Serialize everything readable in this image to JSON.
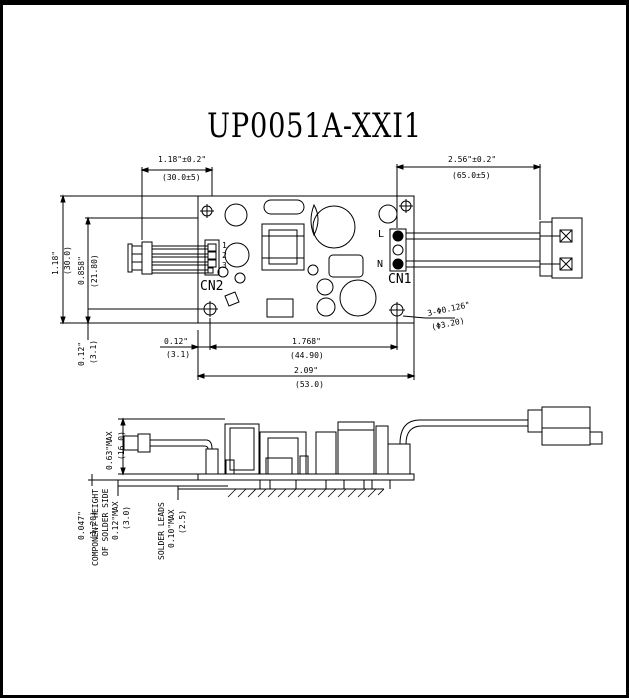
{
  "title": "UP0051A-XXI1",
  "top_view": {
    "dim_cn2_offset": "1.18\"±0.2\"",
    "dim_cn2_offset_mm": "(30.0±5)",
    "dim_cn1_offset": "2.56\"±0.2\"",
    "dim_cn1_offset_mm": "(65.0±5)",
    "dim_height": "1.18\"",
    "dim_height_mm": "(30.0)",
    "dim_cn2_height": "0.858\"",
    "dim_cn2_height_mm": "(21.80)",
    "dim_edge": "0.12\"",
    "dim_edge_mm": "(3.1)",
    "dim_hole_left": "0.12\"",
    "dim_hole_left_mm": "(3.1)",
    "dim_hole_span": "1.768\"",
    "dim_hole_span_mm": "(44.90)",
    "dim_width": "2.09\"",
    "dim_width_mm": "(53.0)",
    "hole_spec": "3-Φ0.126\"",
    "hole_spec_mm": "(Φ3.20)",
    "cn2_label": "CN2",
    "cn2_pins": [
      "1",
      "2",
      "3"
    ],
    "cn1_label": "CN1",
    "cn1_pin_l": "L",
    "cn1_pin_n": "N"
  },
  "side_view": {
    "dim_max_height": "0.63\"MAX",
    "dim_max_height_mm": "(16.0)",
    "dim_board": "0.047\"",
    "dim_board_mm": "(1.20)",
    "comp_height_label_1": "COMPONENT HEIGHT",
    "comp_height_label_2": "OF SOLDER SIDE",
    "comp_height_value": "0.12\"MAX",
    "comp_height_mm": "(3.0)",
    "solder_label": "SOLDER LEADS",
    "solder_value": "0.10\"MAX",
    "solder_mm": "(2.5)"
  }
}
